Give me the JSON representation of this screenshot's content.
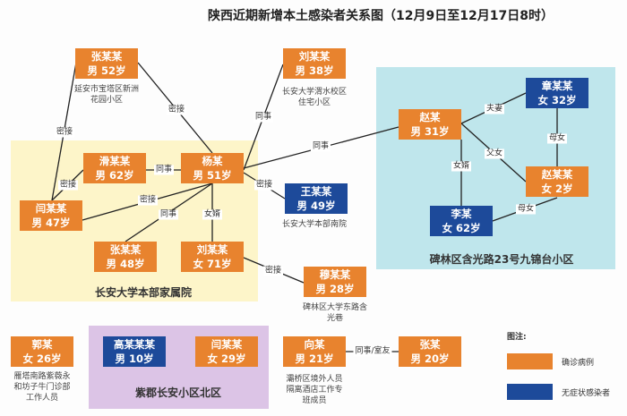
{
  "title": "陕西近期新增本土感染者关系图（12月9日至12月17日8时）",
  "colors": {
    "confirmed": "#e8832e",
    "asymptomatic": "#1d4a9a",
    "yellow_region": "#fdf5c9",
    "cyan_region": "#bfe6ec",
    "purple_region": "#dcc4e6"
  },
  "regions": {
    "changan_family": "长安大学本部家属院",
    "jiujintai": "碑林区含光路23号九锦台小区",
    "zijun": "紫郡长安小区北区"
  },
  "people": {
    "zhang52": {
      "name": "张某某",
      "info": "男 52岁",
      "note": "延安市宝塔区新洲花园小区"
    },
    "liu38": {
      "name": "刘某某",
      "info": "男 38岁",
      "note": "长安大学渭水校区住宅小区"
    },
    "hua62": {
      "name": "滑某某",
      "info": "男 62岁"
    },
    "yang51": {
      "name": "杨某",
      "info": "男 51岁"
    },
    "yan47": {
      "name": "闫某某",
      "info": "男 47岁"
    },
    "wang49": {
      "name": "王某某",
      "info": "男 49岁",
      "note": "长安大学本部南院"
    },
    "zhang48": {
      "name": "张某某",
      "info": "男 48岁"
    },
    "liu71": {
      "name": "刘某某",
      "info": "女 71岁"
    },
    "mu28": {
      "name": "穆某某",
      "info": "男 28岁",
      "note": "碑林区大学东路含光巷"
    },
    "zhao31": {
      "name": "赵某",
      "info": "男 31岁"
    },
    "zhang32": {
      "name": "章某某",
      "info": "女 32岁"
    },
    "zhao2": {
      "name": "赵某某",
      "info": "女 2岁"
    },
    "li62": {
      "name": "李某",
      "info": "女 62岁"
    },
    "guo26": {
      "name": "郭某",
      "info": "女 26岁",
      "note": "雁塔南路紫薇永和坊子牛门诊部工作人员"
    },
    "gao10": {
      "name": "高某某某",
      "info": "男 10岁"
    },
    "yan29": {
      "name": "闫某某",
      "info": "女 29岁"
    },
    "xiang21": {
      "name": "向某",
      "info": "男 21岁",
      "note": "灞桥区境外人员隔离酒店工作专班成员"
    },
    "zhang20": {
      "name": "张某",
      "info": "男 20岁"
    }
  },
  "edges": [
    {
      "label": "密接"
    },
    {
      "label": "密接"
    },
    {
      "label": "密接"
    },
    {
      "label": "同事"
    },
    {
      "label": "同事"
    },
    {
      "label": "同事"
    },
    {
      "label": "密接"
    },
    {
      "label": "密接"
    },
    {
      "label": "同事"
    },
    {
      "label": "女婿"
    },
    {
      "label": "密接"
    },
    {
      "label": "夫妻"
    },
    {
      "label": "父女"
    },
    {
      "label": "女婿"
    },
    {
      "label": "母女"
    },
    {
      "label": "母女"
    },
    {
      "label": "同事/室友"
    }
  ],
  "legend": {
    "title": "图注:",
    "confirmed": "确诊病例",
    "asymptomatic": "无症状感染者"
  }
}
